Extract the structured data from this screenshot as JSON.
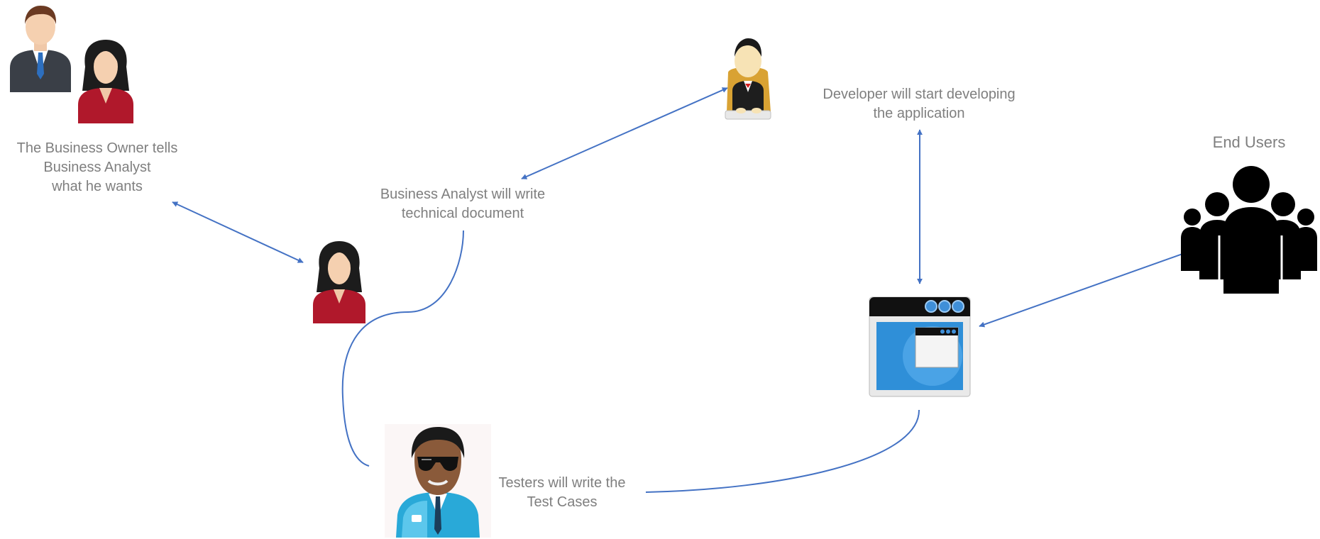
{
  "diagram": {
    "labels": {
      "owner": [
        "The Business Owner tells",
        "Business Analyst",
        "what he wants"
      ],
      "analyst": [
        "Business Analyst will write",
        "technical document"
      ],
      "developer": [
        "Developer will start developing",
        "the application"
      ],
      "testers": [
        "Testers will write the",
        "Test Cases"
      ],
      "end_users": "End Users"
    },
    "figures": [
      {
        "id": "business-owner",
        "icon": "businessman-icon"
      },
      {
        "id": "business-analyst-pair",
        "icon": "businesswoman-icon"
      },
      {
        "id": "business-analyst",
        "icon": "businesswoman-icon"
      },
      {
        "id": "developer",
        "icon": "developer-at-keyboard-icon"
      },
      {
        "id": "tester",
        "icon": "tester-with-sunglasses-icon"
      },
      {
        "id": "application",
        "icon": "application-window-icon"
      },
      {
        "id": "end-users",
        "icon": "user-group-icon"
      }
    ],
    "colors": {
      "arrow": "#4472c4",
      "text": "#7f7f7f",
      "suit_dark": "#3a3f47",
      "suit_red": "#b0182b",
      "window_blue": "#2f8fd8",
      "silhouette": "#000000"
    }
  }
}
